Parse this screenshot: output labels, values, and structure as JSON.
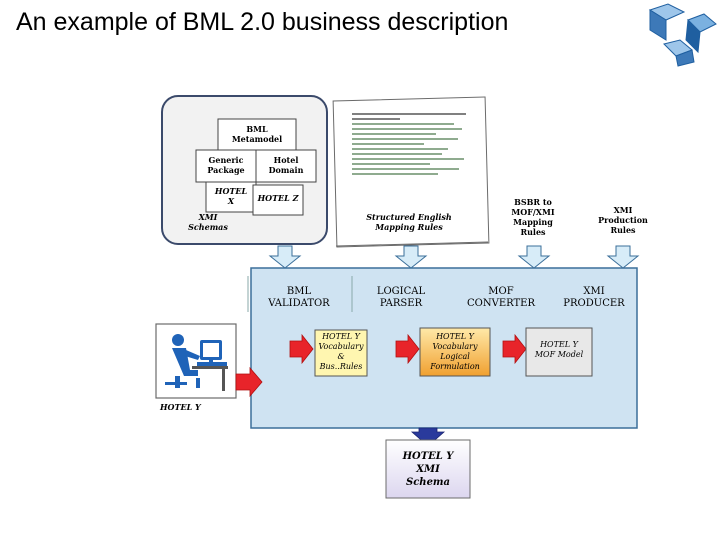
{
  "title": "An example of BML 2.0 business description",
  "logo": {
    "icon": "diamond-cube-logo",
    "colors": [
      "#1f5fa0",
      "#7bb1e0",
      "#9ec6ea",
      "#3d79b8"
    ]
  },
  "left_panel": {
    "bml_metamodel": "BML\nMetamodel",
    "generic_package": "Generic\nPackage",
    "hotel_domain": "Hotel\nDomain",
    "hotel_x": "HOTEL\nX",
    "hotel_z": "HOTEL Z",
    "xmi_schemas": "XMI\nSchemas"
  },
  "document_panel": {
    "caption": "Structured English\nMapping Rules"
  },
  "top_labels": {
    "bsbr": "BSBR to\nMOF/XMI\nMapping\nRules",
    "xmi_production": "XMI\nProduction\nRules"
  },
  "process": {
    "bml_validator": "BML\nVALIDATOR",
    "logical_parser": "LOGICAL\nPARSER",
    "mof_converter": "MOF\nCONVERTER",
    "xmi_producer": "XMI\nPRODUCER"
  },
  "artifacts": {
    "vocabulary": "HOTEL Y\nVocabulary\n&\nBus..Rules",
    "logical": "HOTEL Y\nVocabulary\nLogical\nFormulation",
    "mof_model": "HOTEL Y\nMOF Model",
    "output_schema": "HOTEL Y\nXMI\nSchema"
  },
  "user": {
    "icon": "person-at-computer-icon",
    "label": "HOTEL Y"
  },
  "colors": {
    "panel_blue": "#cfe3f2",
    "arrow_red": "#e8242a",
    "arrow_blue": "#2a3a9c",
    "box_yellow": "#fff6b0",
    "box_orange": "#f7b64a",
    "box_grey": "#e8e8e8",
    "box_lavender": "#e6e3f3"
  }
}
